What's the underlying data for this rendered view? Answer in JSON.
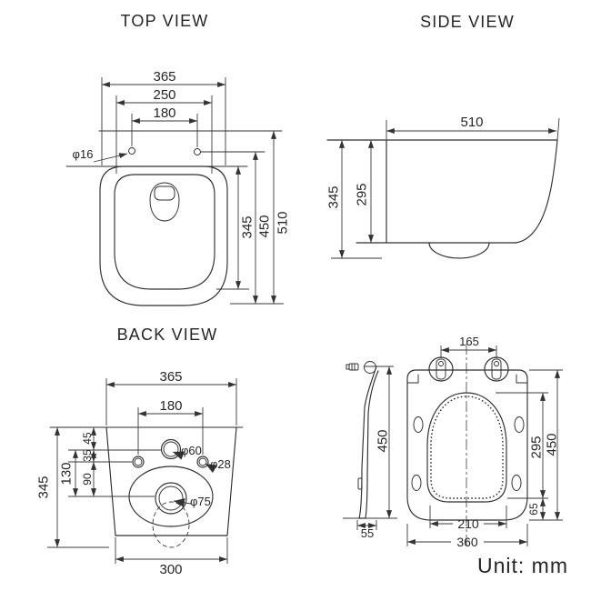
{
  "top_view": {
    "title": "TOP VIEW",
    "dim_width_overall": "365",
    "dim_seat_width": "250",
    "dim_hinge_holes_spacing": "180",
    "dia_hinge_hole": "φ16",
    "dim_seat_depth": "345",
    "dim_rim_depth": "450",
    "dim_overall_depth": "510"
  },
  "side_view": {
    "title": "SIDE VIEW",
    "dim_depth": "510",
    "dim_height_overall": "345",
    "dim_height_body": "295"
  },
  "back_view": {
    "title": "BACK VIEW",
    "dim_width_overall": "365",
    "dim_fix_holes_spacing": "180",
    "dim_top_to_inlet": "45",
    "dim_inlet_to_fixholes": "35",
    "dim_fixholes_to_outlet": "90",
    "dim_inlet_to_outlet": "130",
    "dim_height": "345",
    "dia_inlet": "φ60",
    "dia_fix_hole": "φ28",
    "dia_outlet": "φ75",
    "dim_bottom_width": "300"
  },
  "seat_view": {
    "dim_hinge_spacing": "165",
    "dim_profile_length": "450",
    "dim_profile_thickness": "55",
    "dim_opening_depth": "295",
    "dim_seat_length": "450",
    "dim_rear_margin": "65",
    "dim_opening_width": "210",
    "dim_seat_width": "360"
  },
  "footer": {
    "unit_label": "Unit: mm"
  }
}
